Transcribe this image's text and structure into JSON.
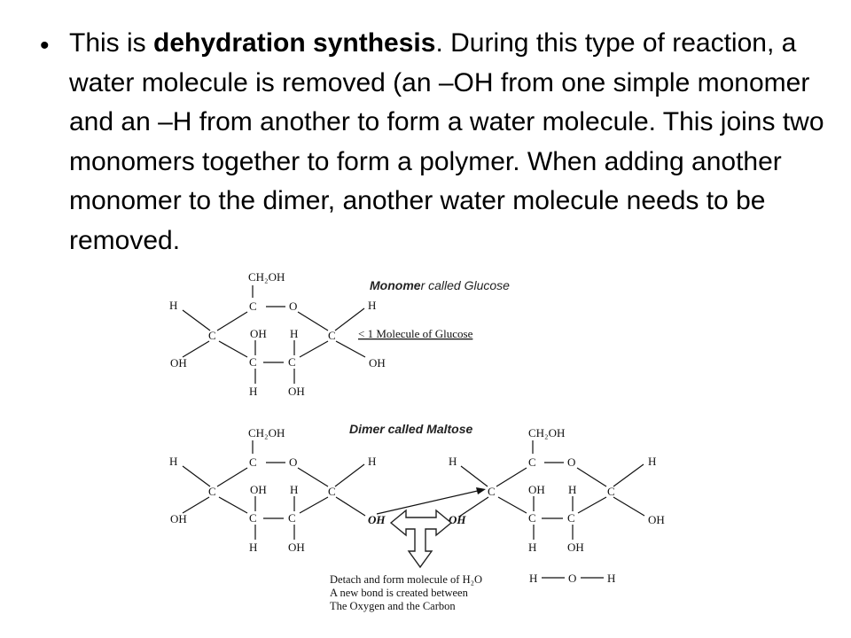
{
  "bullet": {
    "prefix": "This is ",
    "term": "dehydration synthesis",
    "body": ". During this type of reaction, a water molecule is removed (an –OH from one simple monomer and an –H from another to form a water molecule. This joins two monomers together to form a polymer. When adding another monomer to the dimer, another water molecule needs to be removed."
  },
  "captions": {
    "monomer_bold": "Monome",
    "monomer_rest": "r called Glucose",
    "dimer": "Dimer called Maltose"
  },
  "glucose": {
    "ch2oh": "CH₂OH",
    "c": "C",
    "o": "O",
    "h": "H",
    "oh": "OH",
    "label": "< 1 Molecule of Glucose"
  },
  "maltose": {
    "oh_left": "OH",
    "oh_right": "OH",
    "water": [
      "H",
      "O",
      "H"
    ],
    "note_lines": [
      "Detach and form molecule of H₂O",
      "A new bond is created between",
      "The Oxygen and the Carbon"
    ]
  }
}
